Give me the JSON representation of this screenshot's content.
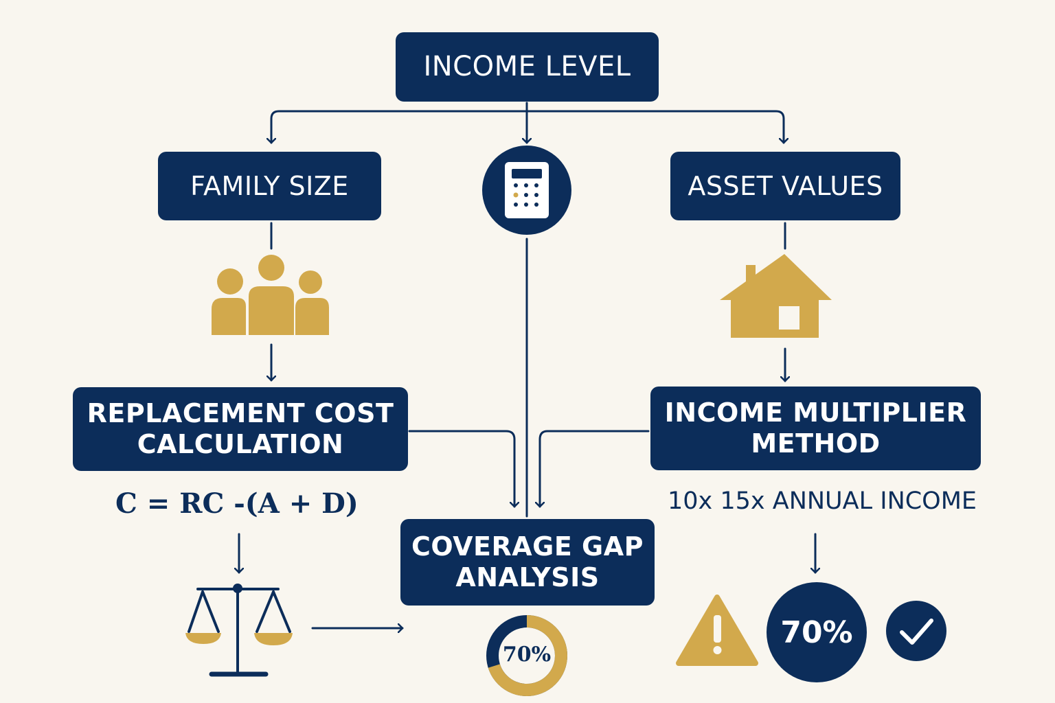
{
  "diagram": {
    "nodes": {
      "income_level": "INCOME LEVEL",
      "family_size": "FAMILY SIZE",
      "asset_values": "ASSET VALUES",
      "replacement_cost": "REPLACEMENT COST\nCALCULATION",
      "income_multiplier": "INCOME MULTIPLIER\nMETHOD",
      "coverage_gap": "COVERAGE GAP\nANALYSIS"
    },
    "formula": "C = RC -(A + D)",
    "multiplier_text": "10x 15x ANNUAL INCOME",
    "coverage_percent_big": "70%",
    "coverage_percent_donut": "70%",
    "donut_fraction": 0.7,
    "icons": [
      "calculator-icon",
      "family-icon",
      "house-icon",
      "scales-icon",
      "warning-icon",
      "checkmark-icon"
    ],
    "colors": {
      "navy": "#0c2d5a",
      "gold": "#d2a94c",
      "background": "#f9f6ef"
    }
  }
}
